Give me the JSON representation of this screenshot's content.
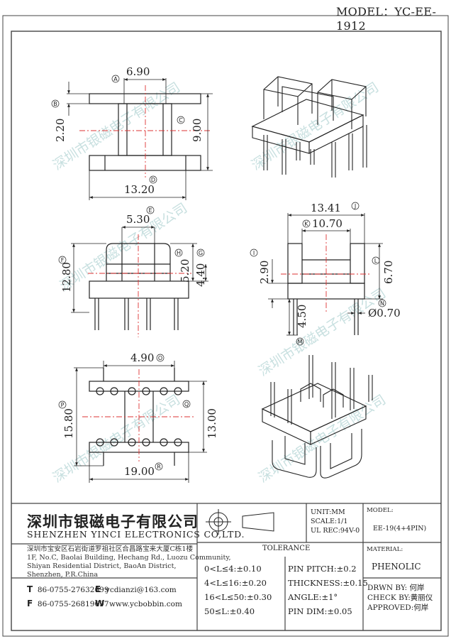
{
  "model_label": "MODEL：YC-EE-1912",
  "watermark": "深圳市银磁电子有限公司",
  "views": {
    "front": {
      "dims": [
        "6.90",
        "2.20",
        "9.00",
        "13.20"
      ],
      "markers": [
        "A",
        "B",
        "C",
        "D"
      ]
    },
    "side": {
      "dims": [
        "5.30",
        "12.80",
        "5.20",
        "4.40"
      ],
      "markers": [
        "E",
        "F",
        "H",
        "G"
      ]
    },
    "pins": {
      "dims": [
        "13.41",
        "10.70",
        "2.90",
        "6.70",
        "4.50",
        "Ø0.70"
      ],
      "markers": [
        "J",
        "K",
        "I",
        "L",
        "M",
        "N"
      ]
    },
    "bottom": {
      "dims": [
        "4.90",
        "15.80",
        "13.00",
        "19.00"
      ],
      "markers": [
        "O",
        "P",
        "Q",
        "R"
      ]
    }
  },
  "company": {
    "name_cn": "深圳市银磁电子有限公司",
    "name_en": "SHENZHEN YINCI ELECTRONICS CO,LTD.",
    "address": [
      "深圳市宝安区石岩街道罗祖社区合昌路宝来大厦C栋1楼",
      "1F, No.C, Baolai Building, Hechang Rd., Luozu Community,",
      "Shiyan Residential District, BaoAn District,",
      "Shenzhen, P.R.China"
    ],
    "tel_label": "T",
    "tel": "86-0755-27632099",
    "email_label": "E",
    "email": "ycdianzi@163.com",
    "fax_label": "F",
    "fax": "86-0755-26819697",
    "web_label": "W",
    "web": "www.ycbobbin.com"
  },
  "specs": {
    "unit": "UNIT:MM",
    "scale": "SCALE:1/1",
    "ul_rec": "UL REC:94V-0"
  },
  "model_block": {
    "label": "MODEL:",
    "value": "EE-19(4+4PIN)"
  },
  "material_block": {
    "label": "MATERIAL:",
    "value": "PHENOLIC"
  },
  "tolerance": {
    "title": "TOLERANCE",
    "left": [
      "0<L≤4:±0.10",
      "4<L≤16:±0.20",
      "16<L≤50:±0.30",
      "50≤L:±0.40"
    ],
    "right": [
      "PIN PITCH:±0.2",
      "THICKNESS:±0.15",
      "ANGLE:±1°",
      "PIN DIM:±0.05"
    ]
  },
  "signoff": [
    {
      "label": "DRWN BY:",
      "name": "何岸"
    },
    {
      "label": "CHECK BY:",
      "name": "黄丽仪"
    },
    {
      "label": "APPROVED:",
      "name": "何岸"
    }
  ]
}
